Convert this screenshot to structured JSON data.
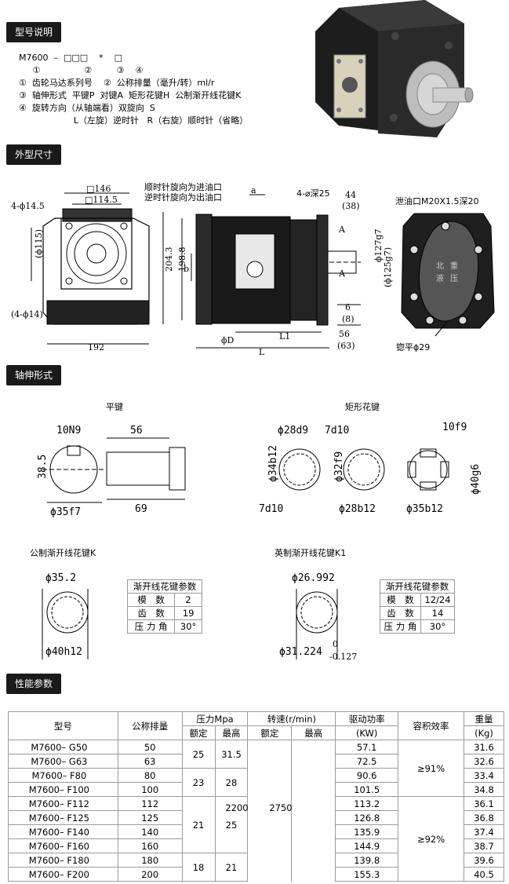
{
  "sections": {
    "model": "型号说明",
    "dimensions": "外型尺寸",
    "shaft": "轴伸形式",
    "performance": "性能参数"
  },
  "model_code": {
    "line1": "M7600  –  □□□    *    □",
    "line2": "     ①                ②         ③    ④",
    "items": [
      "①  齿轮马达系列号    ②  公称排量（毫升/转）ml/r",
      "③  轴伸形式  平键P  对键A  矩形花键H  公制渐开线花键K",
      "④  旋转方向（从轴端看）双旋向  S",
      "                    L（左旋）逆时针   R（右旋）顺时针（省略）"
    ]
  },
  "dimension_labels": {
    "d146": "□146",
    "d1145": "□114.5",
    "d145": "4-ϕ14.5",
    "d115": "(ϕ115)",
    "d14": "(4-ϕ14)",
    "d192": "192",
    "d2043": "204.3",
    "d1988": "198.8",
    "b": "b",
    "a": "a",
    "rot1": "顺时针旋向为进油口",
    "rot2": "逆时针旋向为出油口",
    "thread": "4-⌀深25",
    "d44": "44",
    "d38": "(38)",
    "aArrow1": "A",
    "aArrow2": "A",
    "d127": "ϕ127g7",
    "d125": "(ϕ125g7)",
    "d6": "6",
    "d8": "(8)",
    "d56": "56",
    "d63": "(63)",
    "L1": "L1",
    "L": "L",
    "phiD": "ϕD",
    "drain": "泄油口M20X1.5深20",
    "spot": "锪平ϕ29",
    "logo1": "北",
    "logo2": "重",
    "logo3": "液",
    "logo4": "压"
  },
  "shaft": {
    "flat_key": {
      "title": "平键",
      "d10N9": "10N9",
      "d56": "56",
      "d385": "38.5",
      "d35f7": "ϕ35f7",
      "d69": "69"
    },
    "rect_spline": {
      "title": "矩形花键",
      "d28d9": "ϕ28d9",
      "d7d10a": "7d10",
      "d34b12": "ϕ34b12",
      "d7d10b": "7d10",
      "d32f9": "ϕ32f9",
      "d28b12": "ϕ28b12",
      "d10f9": "10f9",
      "d35b12": "ϕ35b12",
      "d40g6": "ϕ40g6"
    },
    "metric_spline": {
      "title": "公制渐开线花键K",
      "d352": "ϕ35.2",
      "d40h12": "ϕ40h12",
      "table_title": "渐开线花键参数",
      "rows": [
        [
          "模　数",
          "2"
        ],
        [
          "齿　数",
          "19"
        ],
        [
          "压 力 角",
          "30°"
        ]
      ]
    },
    "imperial_spline": {
      "title": "英制渐开线花键K1",
      "d26992": "ϕ26.992",
      "d31224": "ϕ31.224",
      "tol_up": "0",
      "tol_low": "-0.127",
      "table_title": "渐开线花键参数",
      "rows": [
        [
          "模　数",
          "12/24"
        ],
        [
          "齿　数",
          "14"
        ],
        [
          "压 力 角",
          "30°"
        ]
      ]
    }
  },
  "performance": {
    "headers": {
      "model": "型号",
      "displacement": "公称排量",
      "pressure": "压力Mpa",
      "rated": "额定",
      "max": "最高",
      "speed": "转速(r/min)",
      "speed_rated": "额定",
      "speed_max": "最高",
      "power": "驱动功率",
      "power_unit": "(KW)",
      "efficiency": "容积效率",
      "weight": "重量",
      "weight_unit": "(Kg)"
    },
    "rows": [
      {
        "model": "M7600– G50",
        "disp": "50",
        "power": "57.1",
        "weight": "31.6"
      },
      {
        "model": "M7600– G63",
        "disp": "63",
        "power": "72.5",
        "weight": "32.6"
      },
      {
        "model": "M7600– F80",
        "disp": "80",
        "power": "90.6",
        "weight": "33.4"
      },
      {
        "model": "M7600– F100",
        "disp": "100",
        "power": "101.5",
        "weight": "34.8"
      },
      {
        "model": "M7600– F112",
        "disp": "112",
        "power": "113.2",
        "weight": "36.1"
      },
      {
        "model": "M7600– F125",
        "disp": "125",
        "power": "126.8",
        "weight": "36.8"
      },
      {
        "model": "M7600– F140",
        "disp": "140",
        "power": "135.9",
        "weight": "37.4"
      },
      {
        "model": "M7600– F160",
        "disp": "160",
        "power": "144.9",
        "weight": "38.7"
      },
      {
        "model": "M7600– F180",
        "disp": "180",
        "power": "139.8",
        "weight": "39.6"
      },
      {
        "model": "M7600– F200",
        "disp": "200",
        "power": "155.3",
        "weight": "40.5"
      }
    ],
    "pressure_groups": [
      {
        "rated": "25",
        "max": "31.5"
      },
      {
        "rated": "23",
        "max": "28"
      },
      {
        "rated": "21",
        "max": "25"
      },
      {
        "rated": "18",
        "max": "21"
      }
    ],
    "speed": {
      "rated": "2200",
      "max": "2750"
    },
    "efficiency_groups": [
      "≥91%",
      "≥92%"
    ]
  }
}
